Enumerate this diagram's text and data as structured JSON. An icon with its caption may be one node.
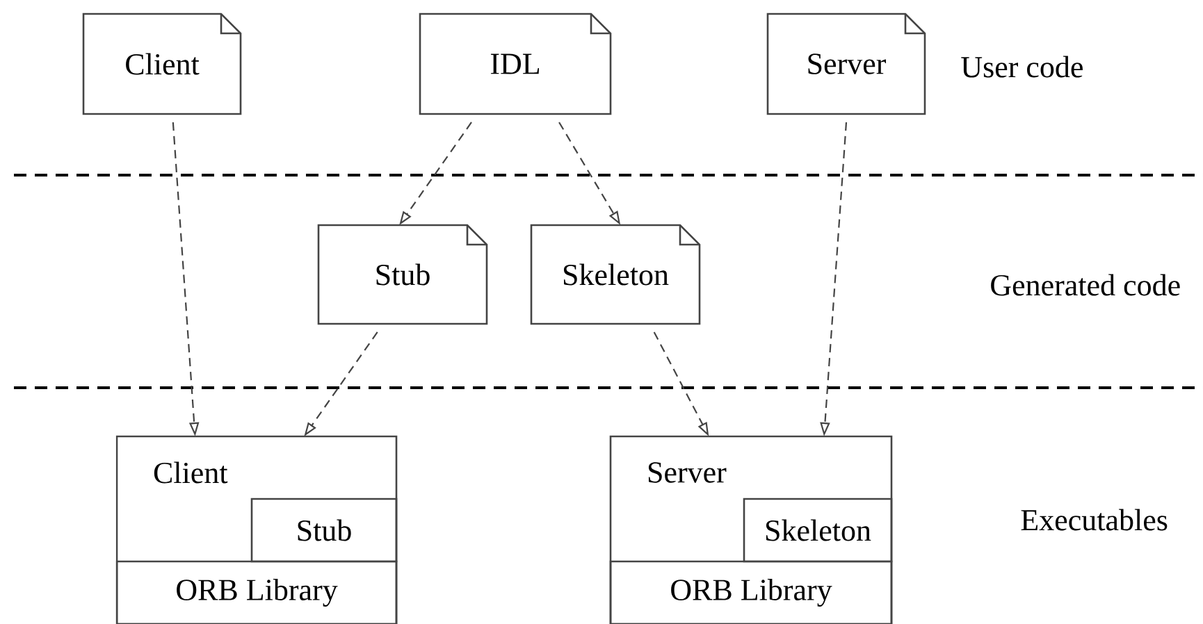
{
  "diagram": {
    "nodes": [
      {
        "text": [
          "Client"
        ]
      },
      {
        "text": [
          "IDL"
        ]
      },
      {
        "text": [
          "Server"
        ]
      },
      {
        "text": [
          "Stub"
        ]
      },
      {
        "text": [
          "Skeleton"
        ]
      },
      {
        "text": [
          "Client"
        ]
      },
      {
        "text": [
          "Stub"
        ],
        "in": 5
      },
      {
        "text": [
          "ORB Library"
        ],
        "in": 5
      },
      {
        "text": [
          "Server"
        ]
      },
      {
        "text": [
          "Skeleton"
        ],
        "in": 8
      },
      {
        "text": [
          "ORB Library"
        ],
        "in": 8
      }
    ],
    "edges": [
      {
        "from": 0,
        "to": 5,
        "arrow": "to",
        "style": "dashed"
      },
      {
        "from": 1,
        "to": 3,
        "arrow": "to",
        "style": "dashed"
      },
      {
        "from": 1,
        "to": 4,
        "arrow": "to",
        "style": "dashed"
      },
      {
        "from": 3,
        "to": 5,
        "arrow": "to",
        "style": "dashed"
      },
      {
        "from": 4,
        "to": 8,
        "arrow": "to",
        "style": "dashed"
      },
      {
        "from": 2,
        "to": 8,
        "arrow": "to",
        "style": "dashed"
      }
    ],
    "labels": [
      "User code",
      "Generated code",
      "Executables"
    ]
  }
}
